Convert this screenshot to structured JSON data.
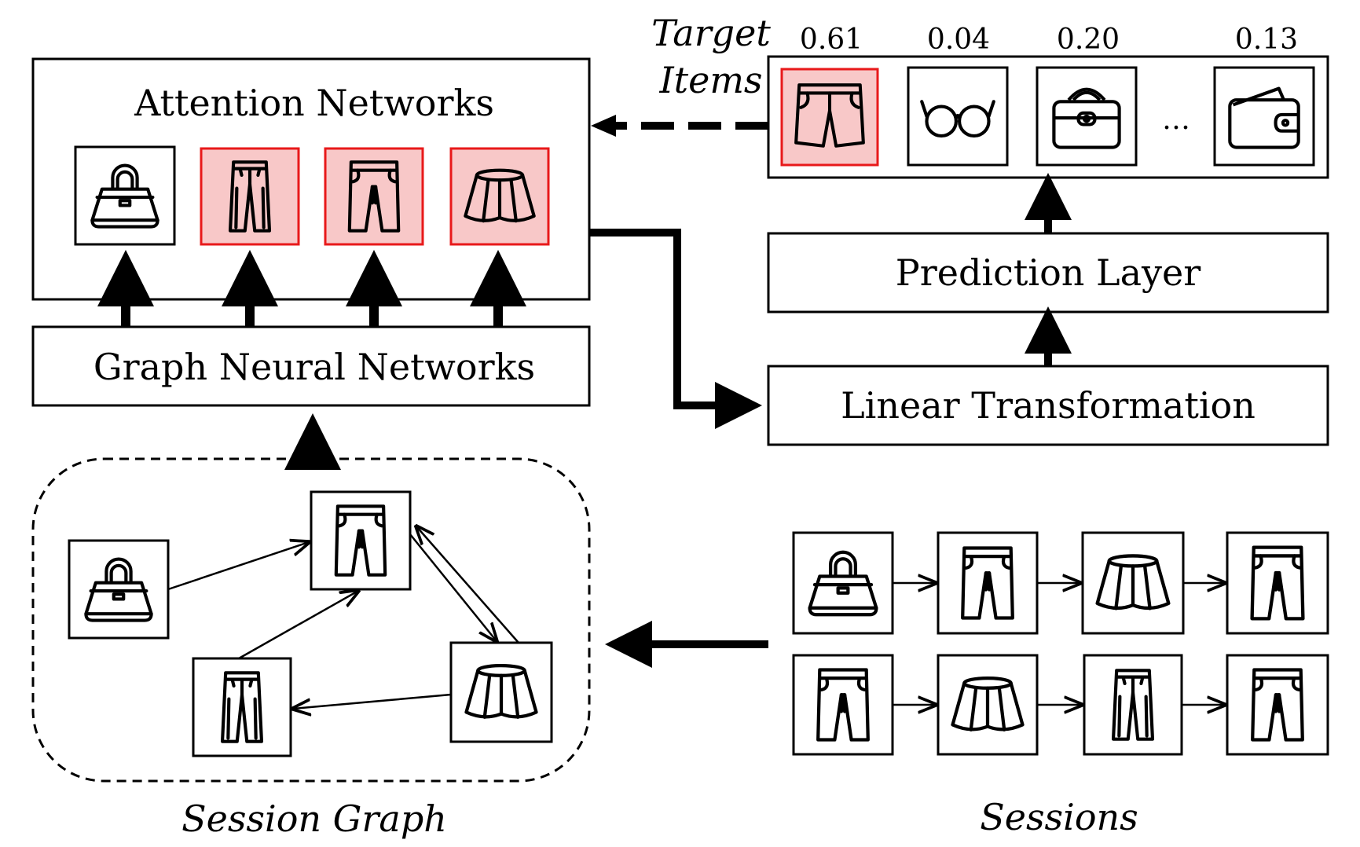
{
  "attention": {
    "title": "Attention Networks"
  },
  "gnn": {
    "title": "Graph Neural Networks"
  },
  "prediction": {
    "title": "Prediction Layer"
  },
  "linear": {
    "title": "Linear Transformation"
  },
  "target": {
    "label_line1": "Target",
    "label_line2": "Items",
    "scores": [
      "0.61",
      "0.04",
      "0.20",
      "0.13"
    ],
    "ellipsis": "…"
  },
  "session_graph": {
    "caption": "Session Graph"
  },
  "sessions": {
    "caption": "Sessions"
  },
  "colors": {
    "highlight_fill": "#f8c8c8",
    "highlight_border": "#e8191a",
    "line": "#000000"
  }
}
